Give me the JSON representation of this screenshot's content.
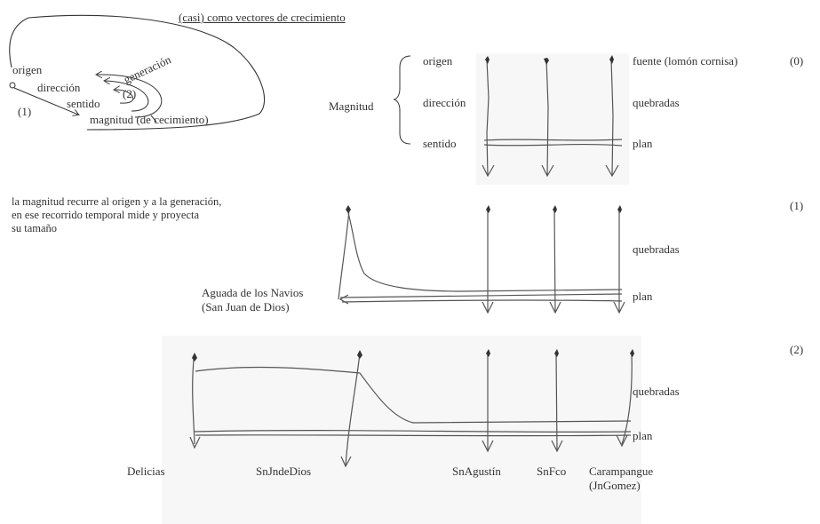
{
  "header": {
    "title": "(casi) como vectores de crecimiento"
  },
  "concept": {
    "origin": "origen",
    "direction": "dirección",
    "sense": "sentido",
    "magnitude": "magnitud (de cecimiento)",
    "generation": "generación",
    "step1": "(1)",
    "step2": "(2)",
    "note_lines": [
      "la magnitud recurre al origen y a la generación,",
      "en ese recorrido temporal mide y proyecta",
      "su tamaño"
    ]
  },
  "diagram0": {
    "number": "(0)",
    "bracket_label": "Magnitud",
    "left_labels": [
      "origen",
      "dirección",
      "sentido"
    ],
    "right_labels": [
      "fuente (lomón cornisa)",
      "quebradas",
      "plan"
    ]
  },
  "diagram1": {
    "number": "(1)",
    "left_label_lines": [
      "Aguada de los Navios",
      "(San Juan de Dios)"
    ],
    "right_labels": [
      "quebradas",
      "plan"
    ]
  },
  "diagram2": {
    "number": "(2)",
    "right_labels": [
      "quebradas",
      "plan"
    ],
    "places": [
      "Delicias",
      "SnJndeDios",
      "SnAgustín",
      "SnFco",
      "Carampangue",
      "(JnGomez)"
    ]
  }
}
